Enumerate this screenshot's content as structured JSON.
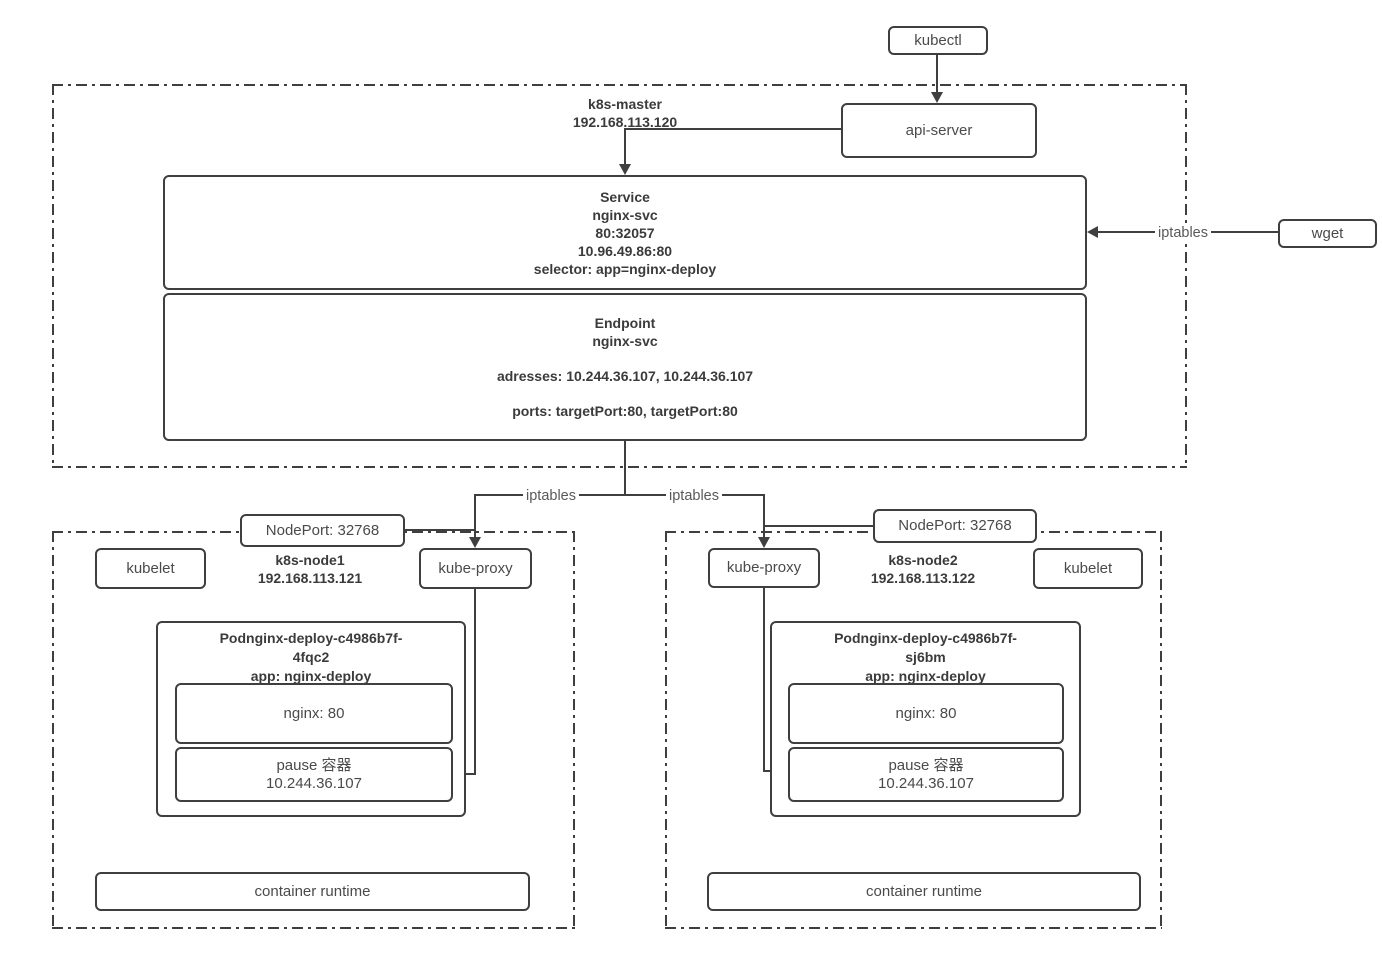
{
  "diagram": {
    "kubectl": "kubectl",
    "api_server": "api-server",
    "wget": "wget",
    "iptables_wget": "iptables",
    "iptables_left": "iptables",
    "iptables_right": "iptables",
    "master": {
      "name": "k8s-master",
      "ip": "192.168.113.120",
      "service": {
        "title": "Service",
        "name": "nginx-svc",
        "port_mapping": "80:32057",
        "cluster_ip": "10.96.49.86:80",
        "selector": "selector: app=nginx-deploy"
      },
      "endpoint": {
        "title": "Endpoint",
        "name": "nginx-svc",
        "addresses": "adresses: 10.244.36.107, 10.244.36.107",
        "ports": "ports: targetPort:80, targetPort:80"
      }
    },
    "node1": {
      "nodeport": "NodePort: 32768",
      "name": "k8s-node1",
      "ip": "192.168.113.121",
      "kubelet": "kubelet",
      "kube_proxy": "kube-proxy",
      "pod": {
        "title1": "Podnginx-deploy-c4986b7f-",
        "title2": "4fqc2",
        "title3": "app: nginx-deploy",
        "nginx": "nginx: 80",
        "pause": "pause 容器",
        "pause_ip": "10.244.36.107"
      },
      "runtime": "container runtime"
    },
    "node2": {
      "nodeport": "NodePort: 32768",
      "name": "k8s-node2",
      "ip": "192.168.113.122",
      "kubelet": "kubelet",
      "kube_proxy": "kube-proxy",
      "pod": {
        "title1": "Podnginx-deploy-c4986b7f-",
        "title2": "sj6bm",
        "title3": "app: nginx-deploy",
        "nginx": "nginx: 80",
        "pause": "pause 容器",
        "pause_ip": "10.244.36.107"
      },
      "runtime": "container runtime"
    }
  },
  "colors": {
    "line": "#3f3f3f",
    "text": "#4a4a4a",
    "muted_label": "#595959",
    "background": "#ffffff"
  }
}
